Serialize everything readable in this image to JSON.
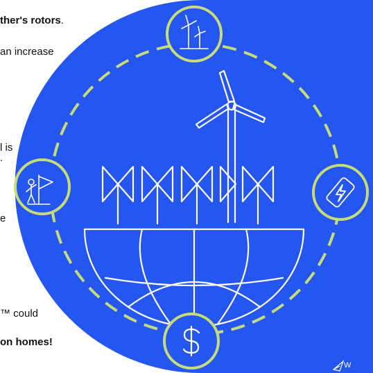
{
  "text": {
    "line1_bold": "ther's rotors",
    "line1_tail": ".",
    "line2": "an increase",
    "line3": "l is",
    "line4": ".",
    "line5": "e",
    "line6": "™ could",
    "line7_bold": "on homes!"
  },
  "watermark": {
    "text": "W"
  },
  "icons": [
    "wind-turbines-icon",
    "battery-charge-icon",
    "dollar-icon",
    "person-turbine-icon",
    "turbine-globe-icon",
    "watermark-logo-icon"
  ],
  "colors": {
    "panel_blue": "#2556ef",
    "ring": "#c6dc78",
    "stroke": "#ffffff",
    "text": "#111111"
  }
}
